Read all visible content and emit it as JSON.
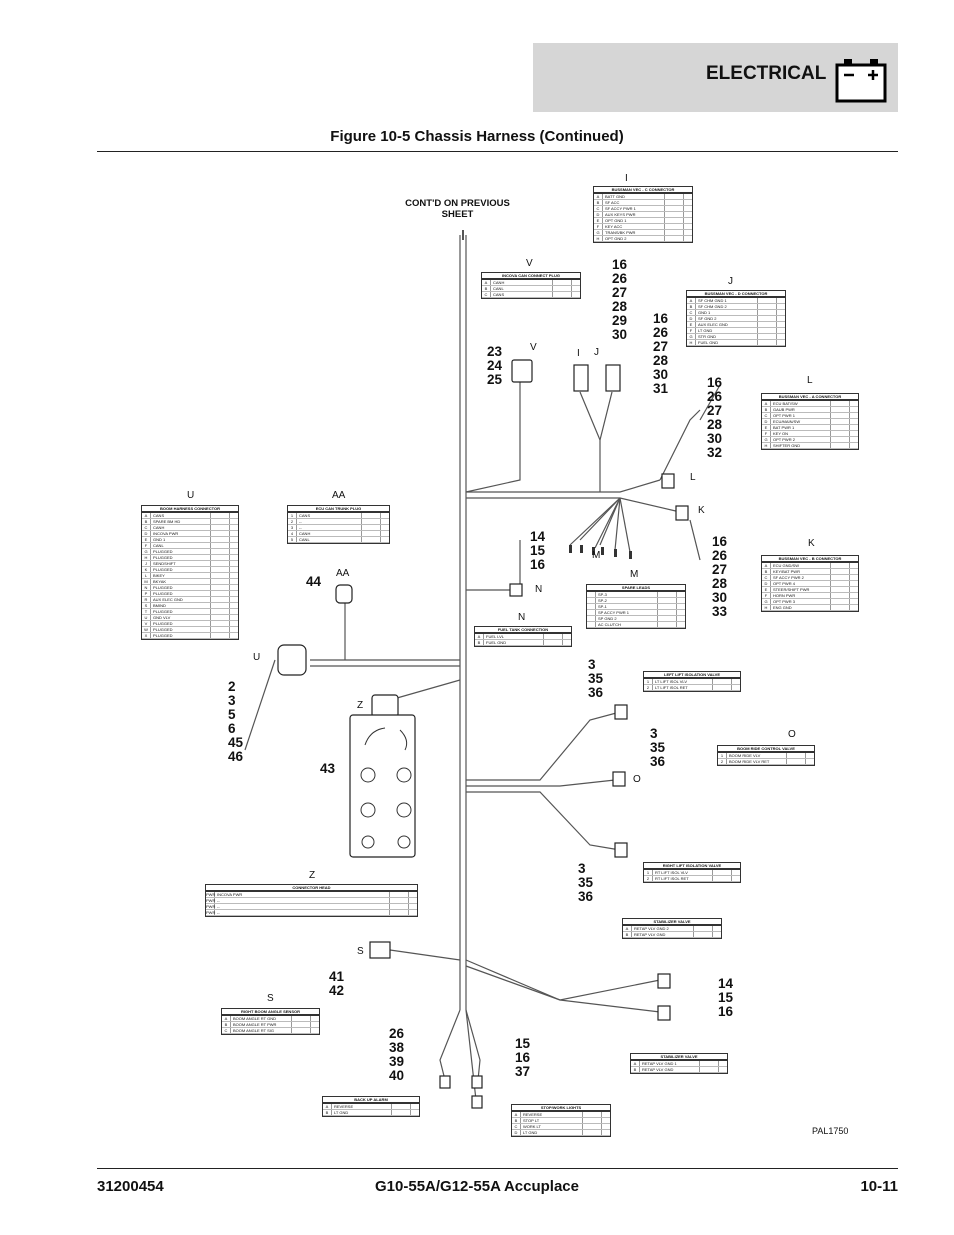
{
  "header": {
    "section": "ELECTRICAL",
    "figure_title": "Figure 10-5 Chassis Harness (Continued)"
  },
  "footer": {
    "doc_number": "31200454",
    "model": "G10-55A/G12-55A Accuplace",
    "page": "10-11"
  },
  "diagram": {
    "ref_code": "PAL1750",
    "contd_note": "CONT'D ON PREVIOUS SHEET",
    "letters": {
      "I_top": "I",
      "J_top": "J",
      "V_top": "V",
      "L_top": "L",
      "K_top": "K",
      "M_top": "M",
      "N_top": "N",
      "U_top": "U",
      "AA_top": "AA",
      "O_top": "O",
      "Z_top": "Z",
      "S_top": "S",
      "V": "V",
      "I": "I",
      "J": "J",
      "L": "L",
      "K": "K",
      "M": "M",
      "N": "N",
      "AA": "AA",
      "U": "U",
      "Z": "Z",
      "O": "O",
      "S": "S"
    },
    "callouts": {
      "c1": [
        "16",
        "26",
        "27",
        "28",
        "29",
        "30"
      ],
      "c2": [
        "16",
        "26",
        "27",
        "28",
        "30",
        "31"
      ],
      "c3": [
        "23",
        "24",
        "25"
      ],
      "c4": [
        "16",
        "26",
        "27",
        "28",
        "30",
        "32"
      ],
      "c5": [
        "14",
        "15",
        "16"
      ],
      "c6": [
        "16",
        "26",
        "27",
        "28",
        "30",
        "33"
      ],
      "c7": [
        "44"
      ],
      "c8": [
        "2",
        "3",
        "5",
        "6",
        "45",
        "46"
      ],
      "c9": [
        "43"
      ],
      "c10": [
        "3",
        "35",
        "36"
      ],
      "c11": [
        "3",
        "35",
        "36"
      ],
      "c12": [
        "3",
        "35",
        "36"
      ],
      "c13": [
        "41",
        "42"
      ],
      "c14": [
        "14",
        "15",
        "16"
      ],
      "c15": [
        "26",
        "38",
        "39",
        "40"
      ],
      "c16": [
        "15",
        "16",
        "37"
      ]
    },
    "tables": {
      "I": {
        "title": "BUSSMAN VEC - C CONNECTOR",
        "rows": [
          [
            "A",
            "BATT GND"
          ],
          [
            "B",
            "SF ACC"
          ],
          [
            "C",
            "SF ACCY PWR 1"
          ],
          [
            "D",
            "AUX KEYS PWR"
          ],
          [
            "E",
            "OPT GND 1"
          ],
          [
            "F",
            "KEY ACC"
          ],
          [
            "G",
            "TRANS/BK PWR"
          ],
          [
            "H",
            "OPT GND 2"
          ]
        ]
      },
      "V": {
        "title": "INCOVA CAN CONNECT PLUG",
        "rows": [
          [
            "A",
            "CANH"
          ],
          [
            "B",
            "CANL"
          ],
          [
            "C",
            "CANS"
          ]
        ]
      },
      "J": {
        "title": "BUSSMAN VEC - D CONNECTOR",
        "rows": [
          [
            "A",
            "SF CHM GND 1"
          ],
          [
            "B",
            "SF CHM GND 2"
          ],
          [
            "C",
            "GND 1"
          ],
          [
            "D",
            "SF GND 2"
          ],
          [
            "E",
            "AUX ELEC GND"
          ],
          [
            "F",
            "LT GND"
          ],
          [
            "G",
            "STR GND"
          ],
          [
            "H",
            "FUEL GND"
          ]
        ]
      },
      "L": {
        "title": "BUSSMAN VEC - A CONNECTOR",
        "rows": [
          [
            "A",
            "ECU BAT/SW"
          ],
          [
            "B",
            "GAUB PWR"
          ],
          [
            "C",
            "OPT PWR 1"
          ],
          [
            "D",
            "ECU/MAIN/SW"
          ],
          [
            "E",
            "BAT PWR 1"
          ],
          [
            "F",
            "KEY ON"
          ],
          [
            "G",
            "OPT PWR 2"
          ],
          [
            "H",
            "SHIFTER GND"
          ]
        ]
      },
      "K": {
        "title": "BUSSMAN VEC - B CONNECTOR",
        "rows": [
          [
            "A",
            "ECU GND/SW"
          ],
          [
            "B",
            "KEY/BAT PWR"
          ],
          [
            "C",
            "SF ACCY PWR 2"
          ],
          [
            "D",
            "OPT PWR 4"
          ],
          [
            "E",
            "STEER/SHIFT PWR"
          ],
          [
            "F",
            "HORN PWR"
          ],
          [
            "G",
            "OPT PWR 3"
          ],
          [
            "H",
            "ENG GND"
          ]
        ]
      },
      "M": {
        "title": "SPARE LEADS",
        "rows": [
          [
            "",
            "SP-3"
          ],
          [
            "",
            "SP-2"
          ],
          [
            "",
            "SP-1"
          ],
          [
            "",
            "SP ACCY PWR 1"
          ],
          [
            "",
            "SP GND 2"
          ],
          [
            "",
            "AC CLUTCH"
          ]
        ]
      },
      "N": {
        "title": "FUEL TANK CONNECTION",
        "rows": [
          [
            "A",
            "FUEL LVL"
          ],
          [
            "B",
            "FUEL GND"
          ]
        ]
      },
      "U": {
        "title": "BOOM HARNESS CONNECTOR",
        "rows": [
          [
            "A",
            "CANS"
          ],
          [
            "B",
            "SPARE BM HD"
          ],
          [
            "C",
            "CANH"
          ],
          [
            "D",
            "INCOVA PWR"
          ],
          [
            "E",
            "GND 1"
          ],
          [
            "F",
            "CANL"
          ],
          [
            "G",
            "PLUGGED"
          ],
          [
            "H",
            "PLUGGED"
          ],
          [
            "J",
            "SENDSHIFT"
          ],
          [
            "K",
            "PLUGGED"
          ],
          [
            "L",
            "BIKEY"
          ],
          [
            "M",
            "BKYAK"
          ],
          [
            "N",
            "PLUGGED"
          ],
          [
            "P",
            "PLUGGED"
          ],
          [
            "R",
            "AUX ELEC GND"
          ],
          [
            "S",
            "BMIND"
          ],
          [
            "T",
            "PLUGGED"
          ],
          [
            "U",
            "GND VLV"
          ],
          [
            "V",
            "PLUGGED"
          ],
          [
            "W",
            "PLUGGED"
          ],
          [
            "X",
            "PLUGGED"
          ]
        ]
      },
      "AA": {
        "title": "ECU CAN TRUNK PLUG",
        "rows": [
          [
            "1",
            "CANS"
          ],
          [
            "2",
            "--"
          ],
          [
            "3",
            "--"
          ],
          [
            "4",
            "CANH"
          ],
          [
            "5",
            "CANL"
          ]
        ]
      },
      "O_lift": {
        "title": "LEFT LIFT ISOLATION VALVE",
        "rows": [
          [
            "1",
            "LT LIFT ISOL VLV"
          ],
          [
            "2",
            "LT LIFT ISOL RET"
          ]
        ]
      },
      "O": {
        "title": "BOOM RIDE CONTROL VALVE",
        "rows": [
          [
            "1",
            "BOOM RIDE VLV"
          ],
          [
            "2",
            "BOOM RIDE VLV RET"
          ]
        ]
      },
      "R_lift": {
        "title": "RIGHT LIFT ISOLATION VALVE",
        "rows": [
          [
            "1",
            "RT LIFT ISOL VLV"
          ],
          [
            "2",
            "RT LIFT ISOL RET"
          ]
        ]
      },
      "Z": {
        "title": "CONNECTOR HEAD",
        "rows": [
          [
            "PWR",
            "INCOVA PWR"
          ],
          [
            "PWR",
            "--"
          ],
          [
            "PWR",
            "--"
          ],
          [
            "PWR",
            "--"
          ]
        ]
      },
      "STAB1": {
        "title": "STABILIZER VALVE",
        "rows": [
          [
            "A",
            "RETAP VLV GND 2"
          ],
          [
            "B",
            "RETAP VLV GND"
          ]
        ]
      },
      "S": {
        "title": "RIGHT BOOM ANGLE SENSOR",
        "rows": [
          [
            "A",
            "BOOM ANGLE RT GND"
          ],
          [
            "B",
            "BOOM ANGLE RT PWR"
          ],
          [
            "C",
            "BOOM ANGLE RT SIG"
          ]
        ]
      },
      "STAB2": {
        "title": "STABILIZER VALVE",
        "rows": [
          [
            "A",
            "RETAP VLV GND 1"
          ],
          [
            "B",
            "RETAP VLV GND"
          ]
        ]
      },
      "BACKUP": {
        "title": "BACK UP ALARM",
        "rows": [
          [
            "A",
            "REVERSE"
          ],
          [
            "B",
            "LT GND"
          ]
        ]
      },
      "STOP": {
        "title": "STOP/WORK LIGHTS",
        "rows": [
          [
            "A",
            "REVERSE"
          ],
          [
            "B",
            "STOP LT"
          ],
          [
            "C",
            "WORK LT"
          ],
          [
            "D",
            "LT GND"
          ]
        ]
      }
    }
  }
}
